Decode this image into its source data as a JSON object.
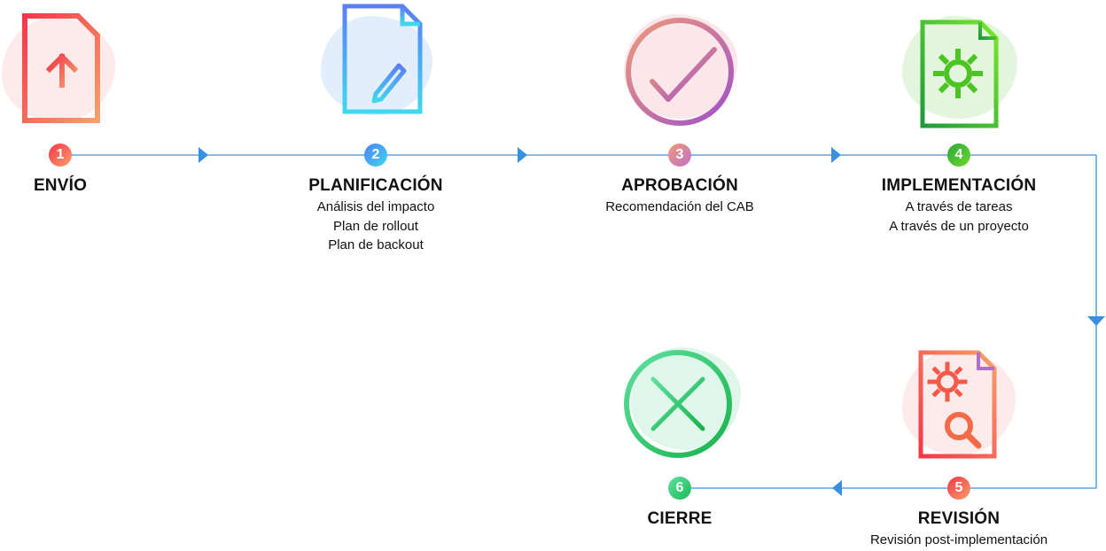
{
  "steps": [
    {
      "number": "1",
      "title": "ENVÍO",
      "details": [],
      "icon": "document-upload-icon",
      "color": "#f5424d"
    },
    {
      "number": "2",
      "title": "PLANIFICACIÓN",
      "details": [
        "Análisis del impacto",
        "Plan de rollout",
        "Plan de backout"
      ],
      "icon": "document-edit-icon",
      "color": "#4f8df2"
    },
    {
      "number": "3",
      "title": "APROBACIÓN",
      "details": [
        "Recomendación del CAB"
      ],
      "icon": "check-circle-icon",
      "color": "#d9788a"
    },
    {
      "number": "4",
      "title": "IMPLEMENTACIÓN",
      "details": [
        "A través de tareas",
        "A través de un proyecto"
      ],
      "icon": "document-gear-icon",
      "color": "#3fb53a"
    },
    {
      "number": "5",
      "title": "REVISIÓN",
      "details": [
        "Revisión post-implementación"
      ],
      "icon": "document-gear-search-icon",
      "color": "#f5424d"
    },
    {
      "number": "6",
      "title": "CIERRE",
      "details": [],
      "icon": "close-circle-icon",
      "color": "#2ecc71"
    }
  ],
  "connector_color": "#3a8fe0"
}
